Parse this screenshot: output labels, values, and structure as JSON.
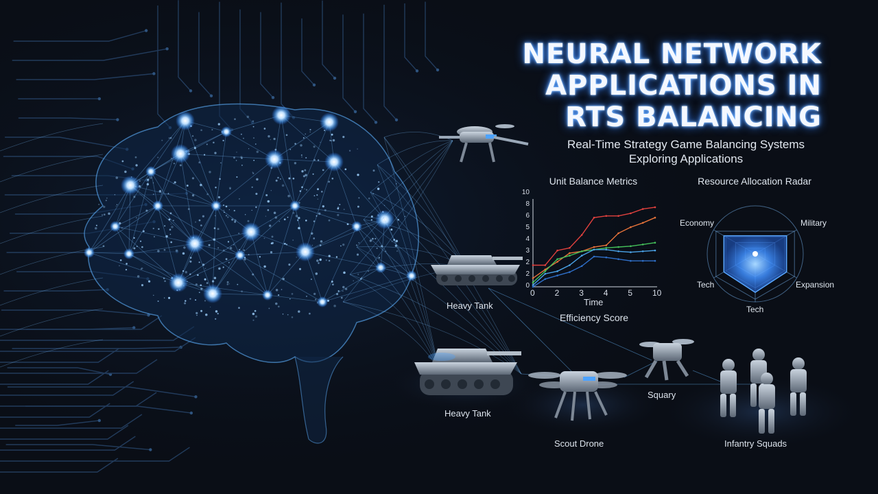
{
  "header": {
    "title_lines": [
      "NEURAL NETWORK",
      "APPLICATIONS IN",
      "RTS BALANCING"
    ],
    "subtitle_lines": [
      "Real-Time Strategy Game Balancing Systems",
      "Exploring Applications"
    ]
  },
  "chart_data": [
    {
      "type": "line",
      "title": "Unit Balance Metrics",
      "xlabel": "Time",
      "ylabel": "",
      "caption": "Efficiency Score",
      "x": [
        0,
        1,
        2,
        3,
        4,
        5,
        6,
        7,
        8,
        9,
        10
      ],
      "x_ticks": [
        "0",
        "2",
        "3",
        "4",
        "5",
        "10"
      ],
      "y_ticks": [
        "0",
        "2",
        "2",
        "3",
        "4",
        "5",
        "6",
        "8",
        "10"
      ],
      "xlim": [
        0,
        10
      ],
      "ylim": [
        0,
        10
      ],
      "series": [
        {
          "color": "#e0413e",
          "values": [
            2.5,
            2.5,
            4.2,
            4.5,
            6.0,
            8.0,
            8.2,
            8.2,
            8.5,
            9.0,
            9.2
          ]
        },
        {
          "color": "#e8743a",
          "values": [
            1.0,
            2.0,
            2.9,
            3.9,
            4.1,
            4.6,
            4.8,
            6.2,
            6.9,
            7.4,
            8.0
          ]
        },
        {
          "color": "#44c05a",
          "values": [
            0.5,
            1.8,
            3.2,
            3.6,
            4.1,
            4.3,
            4.5,
            4.6,
            4.7,
            4.9,
            5.1
          ]
        },
        {
          "color": "#4aa3e8",
          "values": [
            0.2,
            1.5,
            1.8,
            2.5,
            3.6,
            4.3,
            4.3,
            4.1,
            4.0,
            4.1,
            4.2
          ]
        },
        {
          "color": "#2f6fc8",
          "values": [
            0.0,
            0.9,
            1.3,
            1.7,
            2.4,
            3.5,
            3.4,
            3.2,
            3.0,
            3.0,
            3.0
          ]
        }
      ],
      "grid": false
    },
    {
      "type": "radar",
      "title": "Resource Allocation Radar",
      "axes": [
        "Military",
        "Expansion",
        "Tech",
        "Tech",
        "Economy"
      ],
      "values": [
        0.8,
        0.8,
        0.85,
        0.8,
        0.8
      ],
      "rings": 4,
      "color": "#2f8bff"
    }
  ],
  "units": {
    "labels": [
      "Heavy Tank",
      "Heavy Tank",
      "Scout Drone",
      "Squary",
      "Infantry Squads"
    ]
  },
  "colors": {
    "background": "#0a0e16",
    "glow": "#4da3ff",
    "accent": "#2f7bff"
  },
  "icons": [
    "brain-network-icon",
    "drone-icon",
    "tank-icon",
    "mech-walker-icon",
    "infantry-soldier-icon"
  ]
}
